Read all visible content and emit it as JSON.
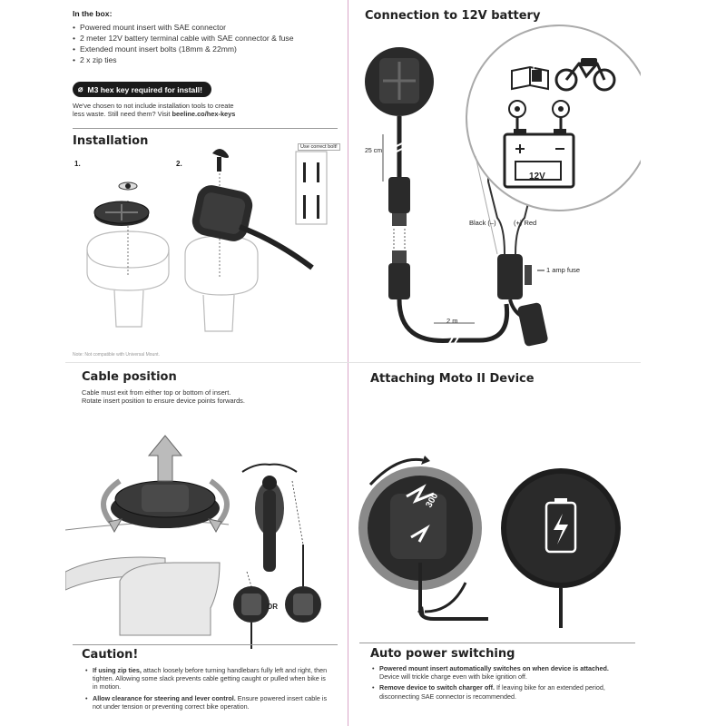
{
  "top_left": {
    "in_box_heading": "In the box:",
    "in_box_items": [
      "Powered mount insert with SAE connector",
      "2 meter 12V battery terminal cable with SAE connector & fuse",
      "Extended mount insert bolts (18mm & 22mm)",
      "2 x zip ties"
    ],
    "hex_key_notice": "M3 hex key required for install!",
    "note_line1": "We've chosen to not include installation tools to create",
    "note_line2_prefix": "less waste. Still need them? Visit ",
    "note_link": "beeline.co/hex-keys",
    "installation_title": "Installation",
    "step1": "1.",
    "step2": "2.",
    "correct_bolt_label": "Use correct bolt!",
    "footer_note": "Note: Not compatible with Universal Mount."
  },
  "top_right": {
    "title": "Connection to 12V battery",
    "length_25cm": "25 cm",
    "battery_label": "12V",
    "black_label": "Black (–)",
    "red_label": "(+) Red",
    "fuse_label": "1 amp fuse",
    "length_2m": "2 m",
    "manual_icon_letter": "i"
  },
  "bottom_left": {
    "title": "Cable position",
    "desc_line1": "Cable must exit from either top or bottom of insert.",
    "desc_line2": "Rotate insert position to ensure device points forwards.",
    "or_label": "OR",
    "caution_title": "Caution!",
    "caution_items": [
      {
        "bold": "If using zip ties,",
        "text": " attach loosely before turning handlebars fully left and right, then tighten. Allowing some slack prevents cable getting caught or pulled when bike is in motion."
      },
      {
        "bold": "Allow clearance for steering and lever control.",
        "text": " Ensure powered insert cable is not under tension or preventing correct bike operation."
      }
    ]
  },
  "bottom_right": {
    "title": "Attaching Moto II Device",
    "dial_label": "300",
    "auto_title": "Auto power switching",
    "auto_items": [
      {
        "bold": "Powered mount insert automatically switches on when device is attached.",
        "text": " Device will trickle charge even with bike ignition off."
      },
      {
        "bold": "Remove device to switch charger off.",
        "text": " If leaving bike for an extended period, disconnecting SAE connector is recommended."
      }
    ]
  },
  "colors": {
    "ink": "#1a1a1a",
    "divider": "#d9a6c8",
    "device": "#2a2a2a"
  }
}
